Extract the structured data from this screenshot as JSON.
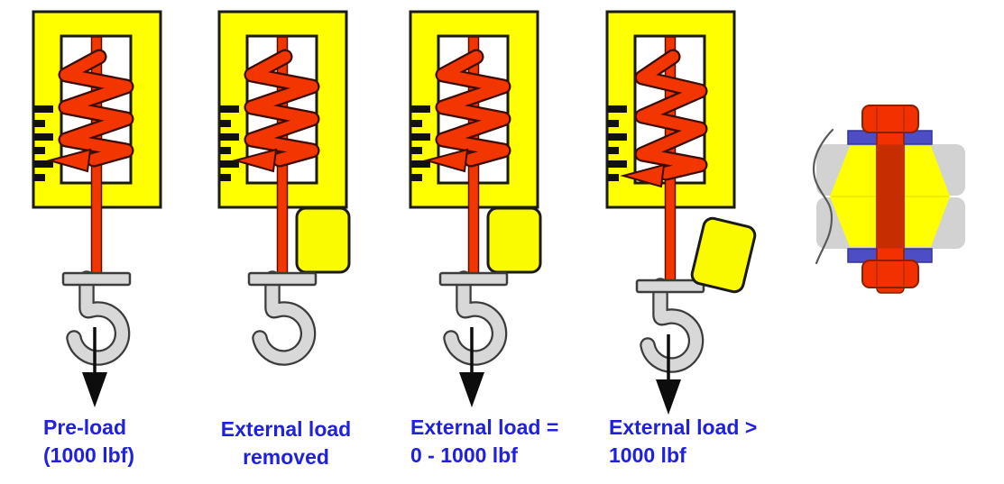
{
  "colors": {
    "scale_yellow": "#FFFF00",
    "block_yellow": "#FAFA00",
    "spring_red": "#F33600",
    "spring_outline": "#3A0D00",
    "rod_outline": "#551000",
    "body_outline": "#1A1A1A",
    "tick_black": "#111111",
    "hook_gray": "#D8D8D8",
    "hook_outline": "#3C3C3C",
    "arrow_black": "#0D0D0D",
    "label_blue": "#2020DF",
    "plate_gray": "#D2D2D2",
    "pressure_cone_yellow": "#FFFF00",
    "washer_blue": "#4D4DC6",
    "washer_outline": "#34349A",
    "bolt_red": "#F23000",
    "bolt_outline": "#8A2000",
    "shank_dark_red": "#C62D00",
    "facet_line_red": "#BD2A00",
    "edge_curve_gray": "#5A5A5A"
  },
  "panels": [
    {
      "id": "preload",
      "caption_line1": "Pre-load",
      "caption_line2": "(1000 lbf)",
      "load_arrow": true,
      "block": "none",
      "spring": "preloaded",
      "reading_tick": 5
    },
    {
      "id": "external-load-removed",
      "caption_line1": "External load",
      "caption_line2": "removed",
      "load_arrow": false,
      "block": "attached",
      "spring": "preloaded",
      "reading_tick": 5
    },
    {
      "id": "external-load-equal",
      "caption_line1": "External load =",
      "caption_line2": "0 - 1000 lbf",
      "load_arrow": true,
      "block": "attached",
      "spring": "preloaded",
      "reading_tick": 5
    },
    {
      "id": "external-load-greater",
      "caption_line1": "External load >",
      "caption_line2": "1000 lbf",
      "load_arrow": true,
      "block": "separated",
      "spring": "stretched",
      "reading_tick": 6
    }
  ],
  "joint": {
    "parts": [
      "bolt-head",
      "washer",
      "clamped-plate",
      "pressure-cone",
      "bolt-shank",
      "nut"
    ]
  }
}
